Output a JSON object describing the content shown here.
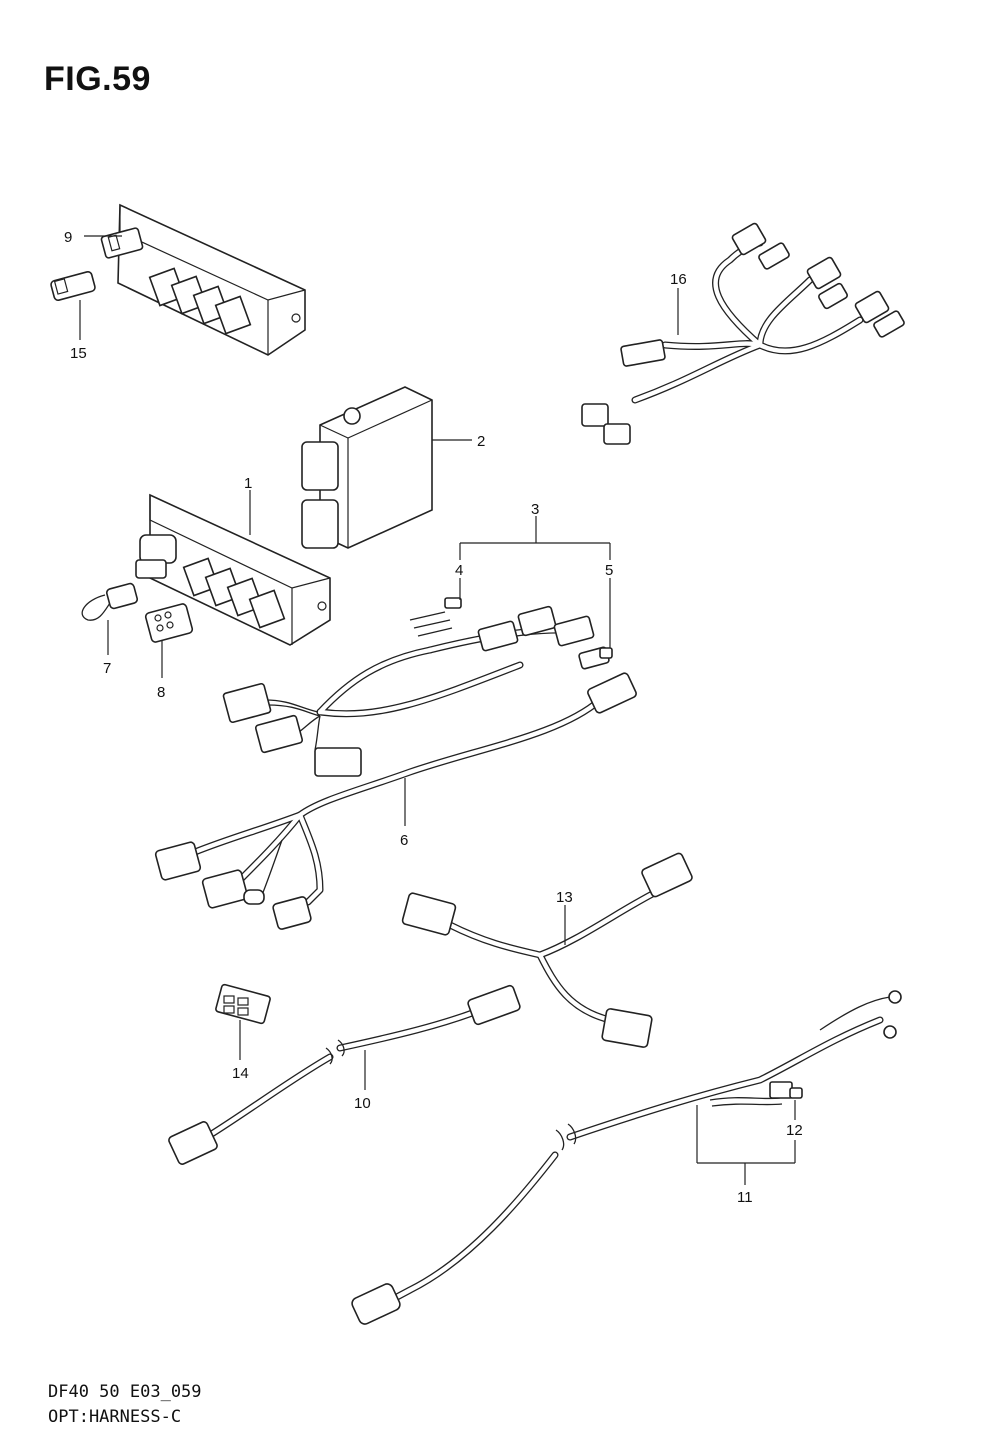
{
  "figure": {
    "title": "FIG.59",
    "footer_line1": "DF40 50 E03_059",
    "footer_line2": "OPT:HARNESS-C"
  },
  "callouts": {
    "c1": "1",
    "c2": "2",
    "c3": "3",
    "c4": "4",
    "c5": "5",
    "c6": "6",
    "c7": "7",
    "c8": "8",
    "c9": "9",
    "c10": "10",
    "c11": "11",
    "c12": "12",
    "c13": "13",
    "c14": "14",
    "c15": "15",
    "c16": "16"
  }
}
